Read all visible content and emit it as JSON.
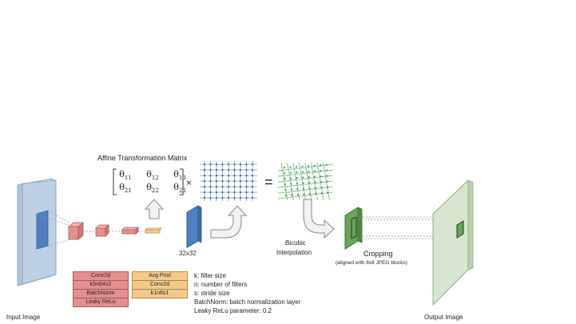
{
  "labels": {
    "input_image": "Input Image",
    "output_image": "Output Image",
    "affine_title": "Affine Transformation Matrix",
    "times": "×",
    "equals": "=",
    "grid_size": "32x32",
    "bicubic_line1": "Bicubic",
    "bicubic_line2": "Interpolation",
    "cropping": "Cropping",
    "cropping_note": "(aligned with 8x8 JPEG blocks)"
  },
  "matrix": {
    "row1": [
      "θ11",
      "θ12",
      "θ13"
    ],
    "row2": [
      "θ21",
      "θ22",
      "θ23"
    ]
  },
  "network_blocks": {
    "block1": [
      "Conv2d",
      "k5n64s2",
      "BatchNorm",
      "Leaky ReLu"
    ],
    "block2": [
      "Avg Pool",
      "Conv2d",
      "k1n6s1"
    ]
  },
  "legend": [
    "k: filter size",
    "n: number of filters",
    "s: stride size",
    "BatchNorm: batch normalization layer",
    "Leaky ReLu parameter: 0.2"
  ],
  "colors": {
    "input_panel": "#bcd0e6",
    "patch_blue": "#4f80c0",
    "conv_red": "#e58f8f",
    "pool_orange": "#f6c98b",
    "grid_blue": "#6f9fd8",
    "grid_green": "#7ec46f",
    "crop_green": "#6aa35a",
    "output_panel": "#c9dcc1"
  }
}
